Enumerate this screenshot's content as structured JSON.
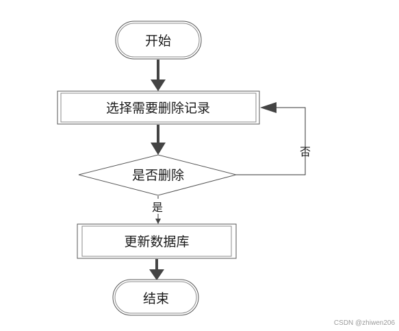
{
  "flowchart": {
    "start_label": "开始",
    "step_select_label": "选择需要删除记录",
    "decision_label": "是否删除",
    "no_label": "否",
    "yes_label": "是",
    "step_update_label": "更新数据库",
    "end_label": "结束"
  },
  "watermark": "CSDN @zhiwen206",
  "colors": {
    "stroke": "#555555",
    "arrow": "#444444",
    "text": "#1a1a1a",
    "watermark": "#9a9a9a"
  }
}
